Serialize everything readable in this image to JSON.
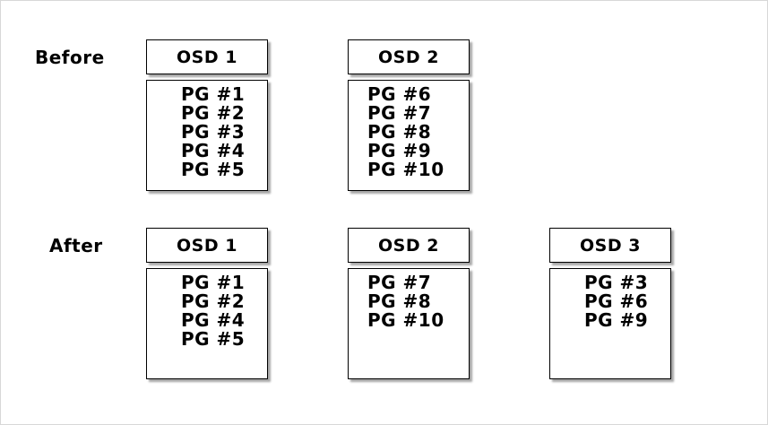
{
  "before": {
    "label": "Before",
    "osds": [
      {
        "name": "OSD 1",
        "pgs": [
          "PG #1",
          "PG #2",
          "PG #3",
          "PG #4",
          "PG #5"
        ]
      },
      {
        "name": "OSD 2",
        "pgs": [
          "PG #6",
          "PG #7",
          "PG #8",
          "PG #9",
          "PG #10"
        ]
      }
    ]
  },
  "after": {
    "label": "After",
    "osds": [
      {
        "name": "OSD 1",
        "pgs": [
          "PG #1",
          "PG #2",
          "PG #4",
          "PG #5"
        ]
      },
      {
        "name": "OSD 2",
        "pgs": [
          "PG #7",
          "PG #8",
          "PG #10"
        ]
      },
      {
        "name": "OSD 3",
        "pgs": [
          "PG #3",
          "PG #6",
          "PG #9"
        ]
      }
    ]
  }
}
